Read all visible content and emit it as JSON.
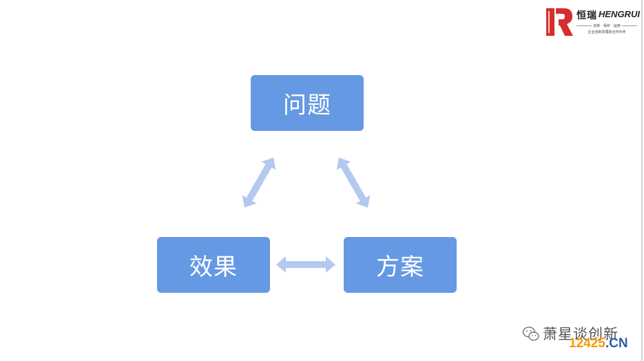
{
  "logo": {
    "name_cn": "恒瑞",
    "name_en": "HENGRUI",
    "slogan": "创新 · 保护 · 运用",
    "tagline": "企业创新发展的合作伙伴",
    "brand_color": "#d62d2d"
  },
  "diagram": {
    "node_color": "#6699e3",
    "arrow_color": "#b4c9f0",
    "nodes": {
      "problem": "问题",
      "solution": "方案",
      "effect": "效果"
    }
  },
  "watermark": {
    "account": "萧星谈创新",
    "site_num": "12425",
    "site_dom": ".CN"
  }
}
